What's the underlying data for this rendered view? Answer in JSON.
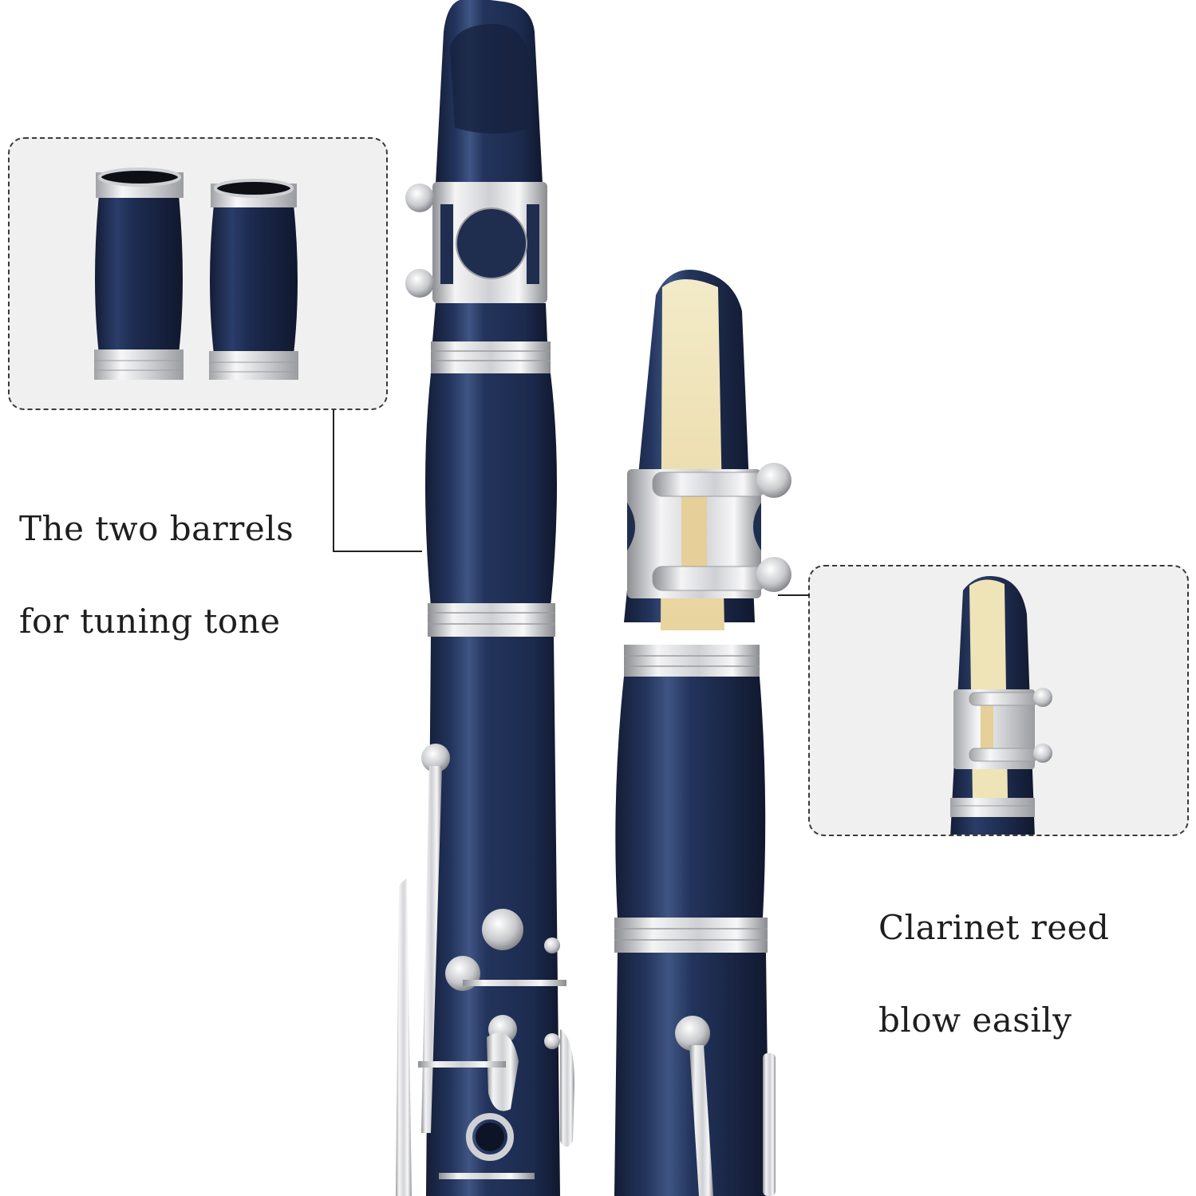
{
  "colors": {
    "background": "#ffffff",
    "callout_fill": "#f0f0f0",
    "callout_border": "#3a3a3a",
    "body_navy": "#1f2d4f",
    "body_navy_dark": "#141d36",
    "body_highlight": "#3f5583",
    "silver": "#d9dadc",
    "silver_dark": "#8c8e92",
    "reed": "#efe3b8",
    "reed_dark": "#e3c98e",
    "caption_text": "#1e1e1e"
  },
  "callouts": [
    {
      "id": "barrels",
      "caption": "The two barrels\nfor tuning tone",
      "caption_line1": "The two barrels",
      "caption_line2": "for tuning tone",
      "image_subject": "two spare clarinet barrels"
    },
    {
      "id": "reed",
      "caption": "Clarinet reed\nblow easily",
      "caption_line1": "Clarinet reed",
      "caption_line2": "blow easily",
      "image_subject": "mouthpiece with reed and ligature close-up"
    }
  ],
  "product": {
    "subject": "navy blue clarinet with silver keys, mouthpiece, ligature and reed"
  }
}
